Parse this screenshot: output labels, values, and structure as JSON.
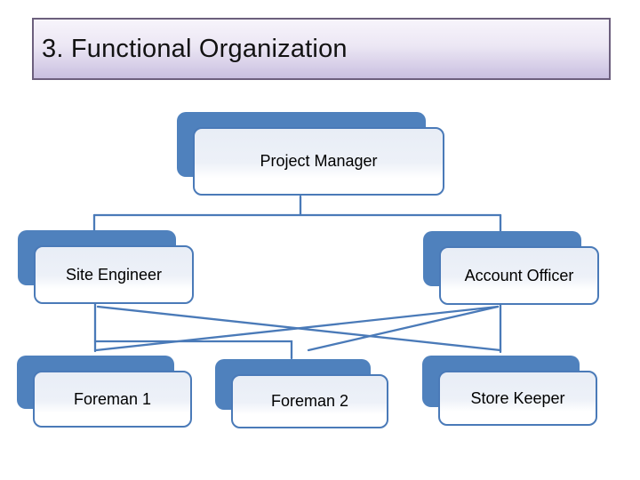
{
  "slide": {
    "title": "3. Functional Organization"
  },
  "org_chart": {
    "nodes": [
      {
        "id": "project-manager",
        "label": "Project Manager",
        "level": 1
      },
      {
        "id": "site-engineer",
        "label": "Site Engineer",
        "level": 2
      },
      {
        "id": "account-officer",
        "label": "Account Officer",
        "level": 2
      },
      {
        "id": "foreman-1",
        "label": "Foreman 1",
        "level": 3
      },
      {
        "id": "foreman-2",
        "label": "Foreman 2",
        "level": 3
      },
      {
        "id": "store-keeper",
        "label": "Store Keeper",
        "level": 3
      }
    ],
    "edges": [
      {
        "from": "Project Manager",
        "to": "Site Engineer"
      },
      {
        "from": "Project Manager",
        "to": "Account Officer"
      },
      {
        "from": "Site Engineer",
        "to": "Foreman 1"
      },
      {
        "from": "Site Engineer",
        "to": "Foreman 2"
      },
      {
        "from": "Site Engineer",
        "to": "Store Keeper"
      },
      {
        "from": "Account Officer",
        "to": "Foreman 1"
      },
      {
        "from": "Account Officer",
        "to": "Foreman 2"
      },
      {
        "from": "Account Officer",
        "to": "Store Keeper"
      }
    ]
  },
  "colors": {
    "page_bg": "#ffffff",
    "accent_blue": "#4f81bd",
    "node_border": "#4a7ab8",
    "connector_blue": "#4a7ab8",
    "title_fill_bottom": "#c9bfe0",
    "title_border": "#6c5f7d",
    "title_text": "#121212"
  }
}
